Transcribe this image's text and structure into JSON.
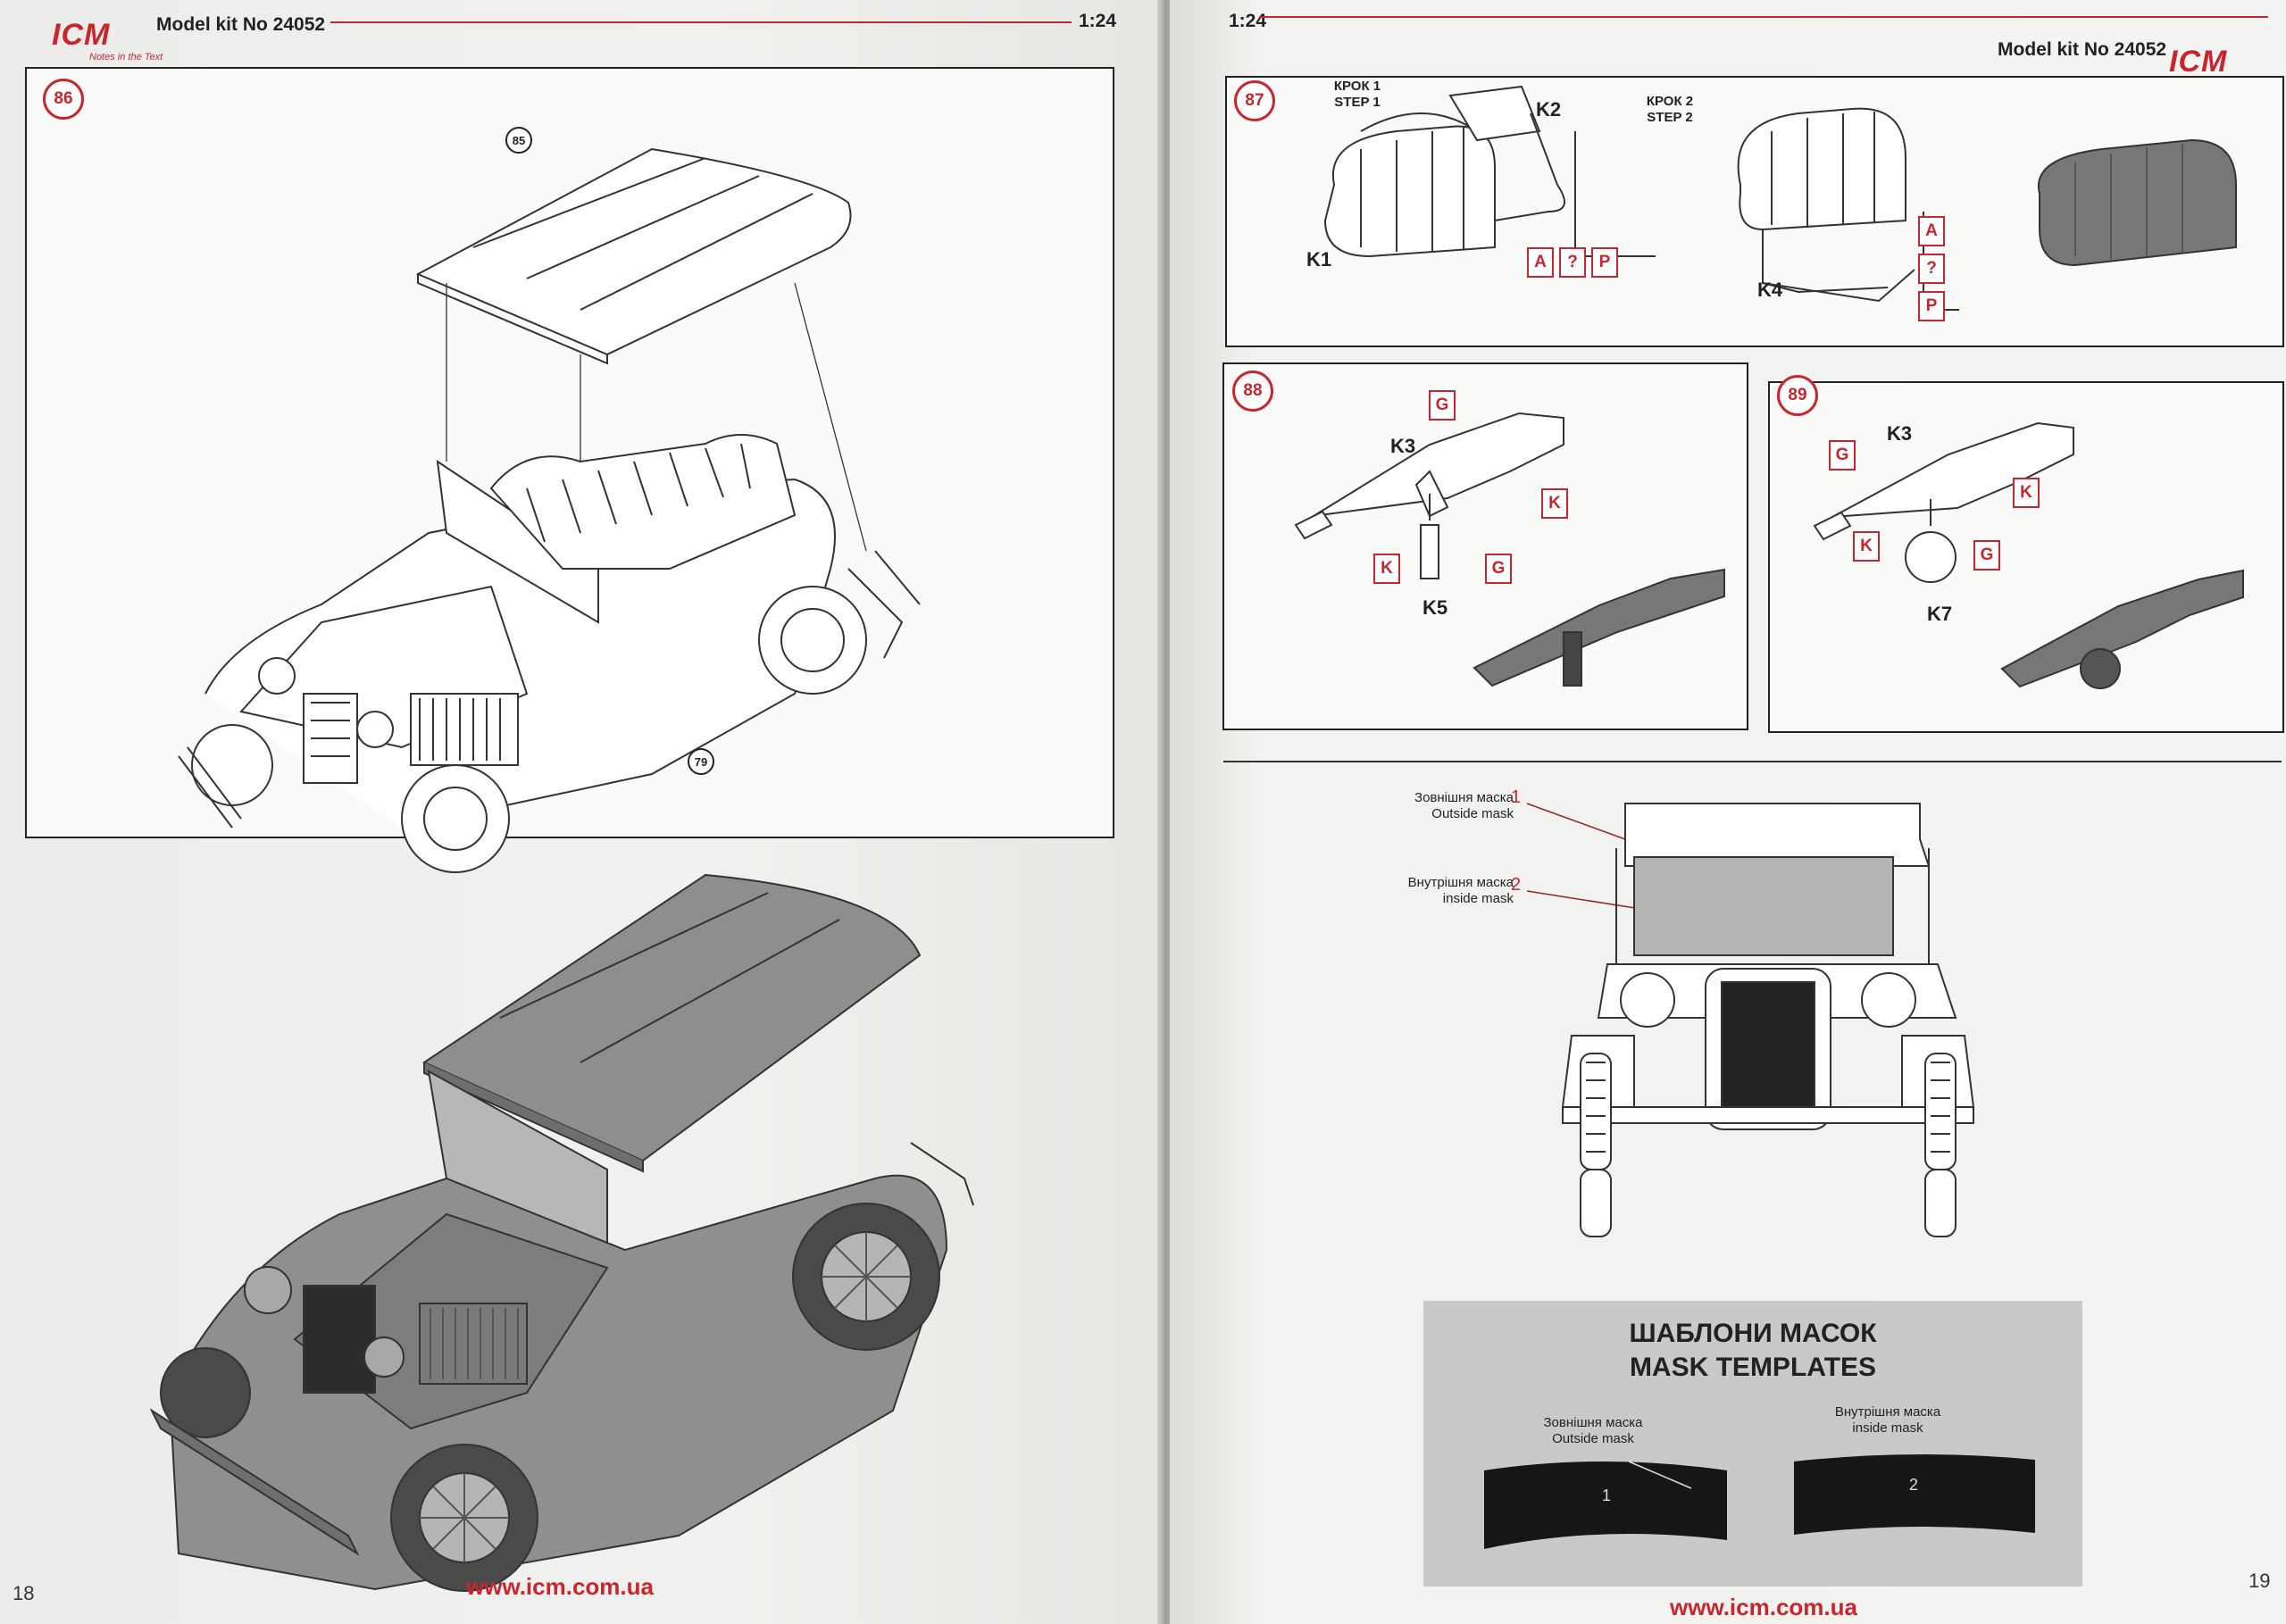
{
  "header": {
    "logo": "ICM",
    "logo_tagline": "Notes in the Text",
    "model_kit": "Model kit No 24052",
    "scale": "1:24"
  },
  "left_page": {
    "step": "86",
    "refs": [
      "85",
      "79"
    ],
    "page_number": "18",
    "url": "www.icm.com.ua"
  },
  "right_page": {
    "page_number": "19",
    "url": "www.icm.com.ua",
    "step87": {
      "number": "87",
      "step1_label_ua": "КРОК 1",
      "step1_label_en": "STEP 1",
      "step2_label_ua": "КРОК 2",
      "step2_label_en": "STEP 2",
      "parts": [
        "K1",
        "K2",
        "K4"
      ],
      "paint_codes_1": [
        "A",
        "?",
        "P"
      ],
      "paint_codes_2": [
        "A",
        "?",
        "P"
      ]
    },
    "step88": {
      "number": "88",
      "parts": [
        "K3",
        "K5"
      ],
      "tags": [
        "G",
        "K",
        "K",
        "G"
      ]
    },
    "step89": {
      "number": "89",
      "parts": [
        "K3",
        "K7"
      ],
      "tags": [
        "G",
        "K",
        "K",
        "G"
      ]
    },
    "masks": {
      "outside_ua": "Зовнішня маска",
      "outside_en": "Outside mask",
      "inside_ua": "Внутрішня маска",
      "inside_en": "inside mask",
      "outside_num": "1",
      "inside_num": "2"
    },
    "templates": {
      "title_ua": "ШАБЛОНИ МАСОК",
      "title_en": "MASK TEMPLATES",
      "outside_ua": "Зовнішня маска",
      "outside_en": "Outside mask",
      "inside_ua": "Внутрішня маска",
      "inside_en": "inside mask",
      "num1": "1",
      "num2": "2"
    }
  }
}
